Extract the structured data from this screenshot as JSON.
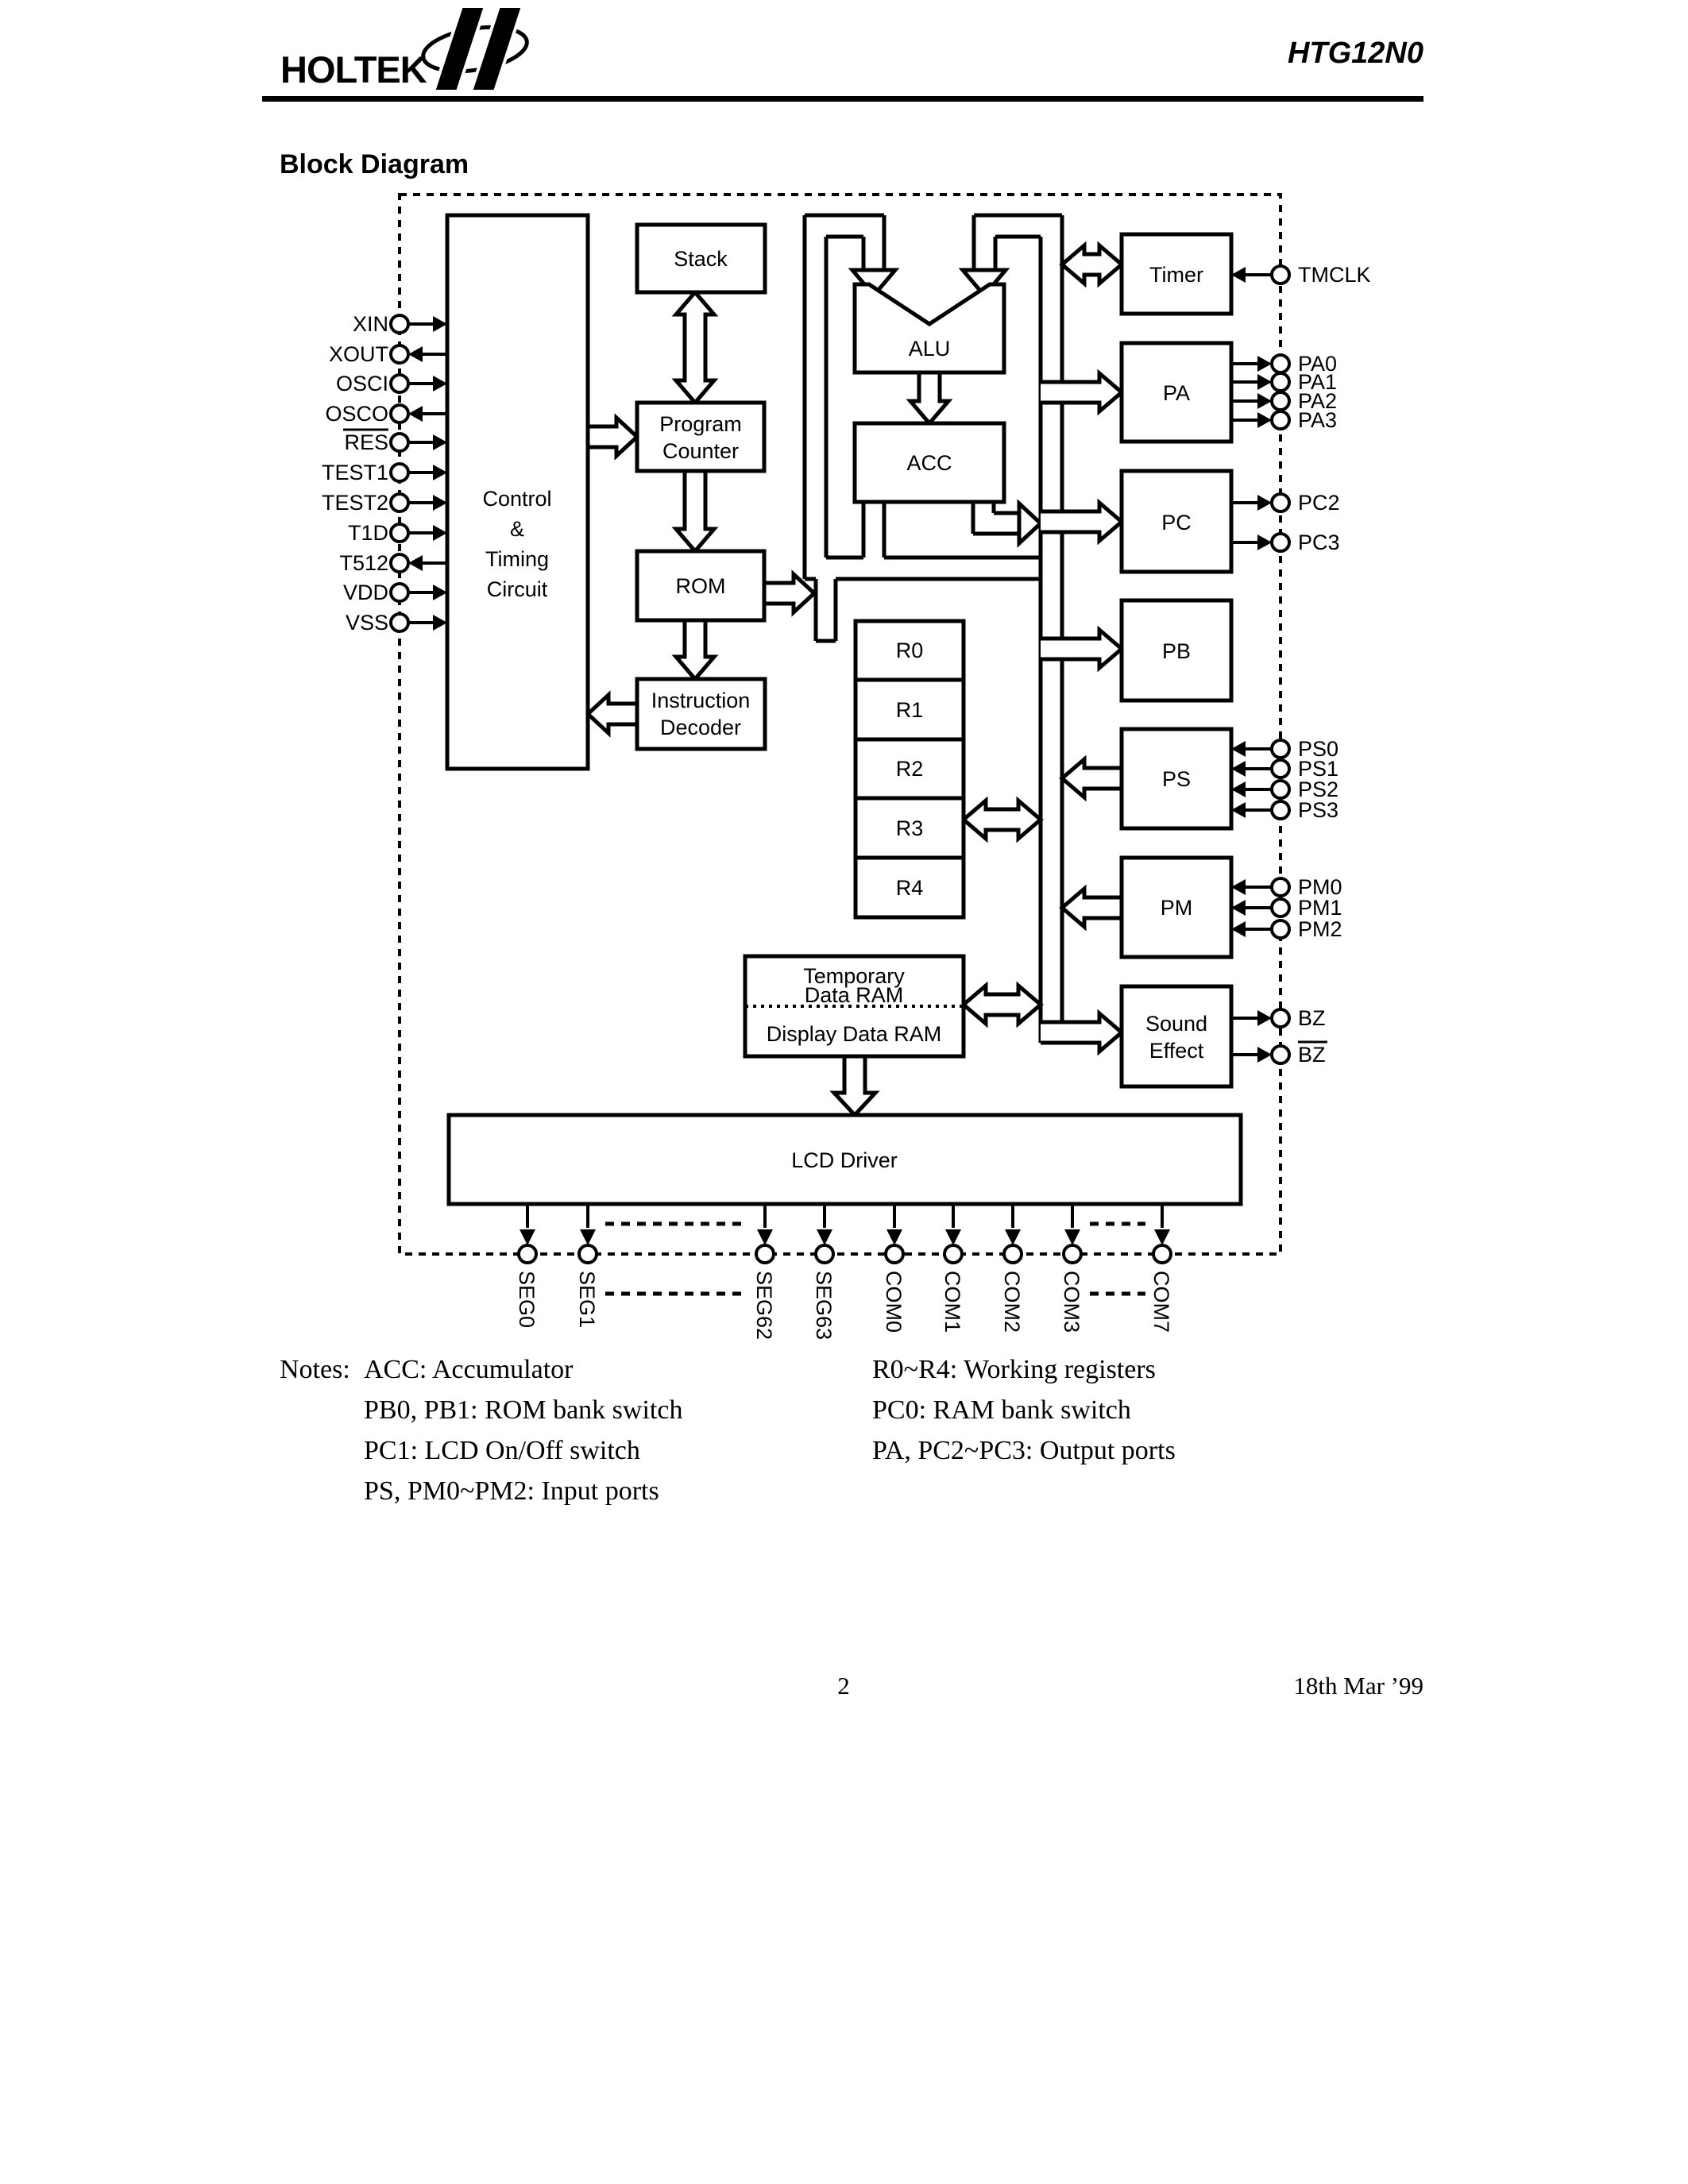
{
  "header": {
    "logo": "HOLTEK",
    "part": "HTG12N0"
  },
  "title": "Block Diagram",
  "blocks": {
    "control": [
      "Control",
      "&",
      "Timing",
      "Circuit"
    ],
    "stack": "Stack",
    "program_counter": [
      "Program",
      "Counter"
    ],
    "rom": "ROM",
    "instruction_decoder": [
      "Instruction",
      "Decoder"
    ],
    "alu": "ALU",
    "acc": "ACC",
    "timer": "Timer",
    "pa": "PA",
    "pc": "PC",
    "pb": "PB",
    "ps": "PS",
    "pm": "PM",
    "sound_effect": [
      "Sound",
      "Effect"
    ],
    "registers": [
      "R0",
      "R1",
      "R2",
      "R3",
      "R4"
    ],
    "ram": [
      "Temporary",
      "Data RAM",
      "Display Data RAM"
    ],
    "lcd": "LCD Driver"
  },
  "pins": {
    "left": [
      "XIN",
      "XOUT",
      "OSCI",
      "OSCO",
      "RES",
      "TEST1",
      "TEST2",
      "T1D",
      "T512",
      "VDD",
      "VSS"
    ],
    "right": [
      "TMCLK",
      "PA0",
      "PA1",
      "PA2",
      "PA3",
      "PC2",
      "PC3",
      "PS0",
      "PS1",
      "PS2",
      "PS3",
      "PM0",
      "PM1",
      "PM2",
      "BZ",
      "BZ"
    ],
    "bottom": [
      "SEG0",
      "SEG1",
      "SEG62",
      "SEG63",
      "COM0",
      "COM1",
      "COM2",
      "COM3",
      "COM7"
    ]
  },
  "notes": {
    "label": "Notes:",
    "left": [
      "ACC: Accumulator",
      "PB0, PB1: ROM bank switch",
      "PC1: LCD On/Off switch",
      "PS, PM0~PM2: Input ports"
    ],
    "right": [
      "R0~R4: Working registers",
      "PC0: RAM bank switch",
      "PA, PC2~PC3: Output ports"
    ]
  },
  "footer": {
    "page": "2",
    "date": "18th Mar ’99"
  },
  "colors": {
    "ink": "#000000",
    "paper": "#ffffff"
  }
}
